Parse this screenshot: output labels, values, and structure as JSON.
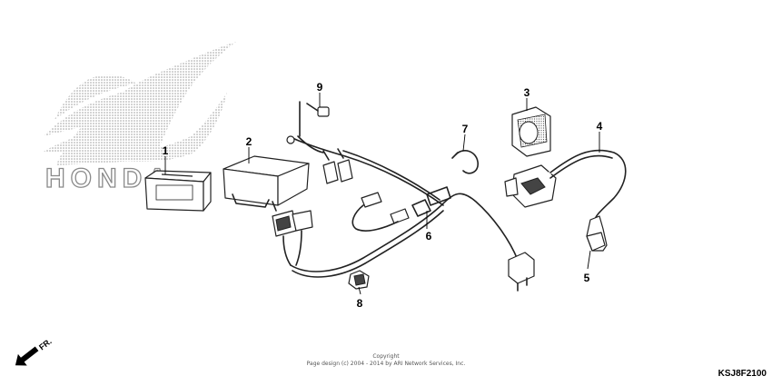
{
  "callouts": [
    {
      "id": "1",
      "label": "1"
    },
    {
      "id": "2",
      "label": "2"
    },
    {
      "id": "3",
      "label": "3"
    },
    {
      "id": "4",
      "label": "4"
    },
    {
      "id": "5",
      "label": "5"
    },
    {
      "id": "6",
      "label": "6"
    },
    {
      "id": "7",
      "label": "7"
    },
    {
      "id": "8",
      "label": "8"
    },
    {
      "id": "9",
      "label": "9"
    }
  ],
  "watermark": {
    "brand": "HONDA"
  },
  "direction": {
    "label": "FR."
  },
  "copyright": {
    "line1": "Copyright",
    "line2": "Page design (c) 2004 - 2014 by ARI Network Services, Inc."
  },
  "diagram_code": "KSJ8F2100"
}
